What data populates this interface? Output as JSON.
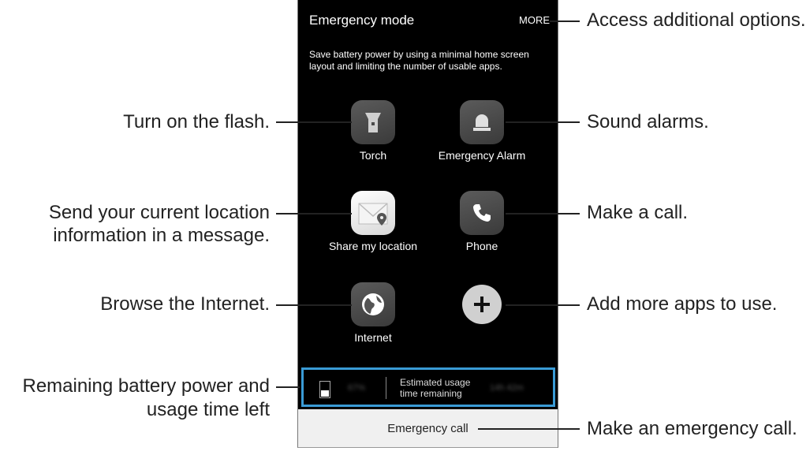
{
  "screen": {
    "title": "Emergency mode",
    "more_label": "MORE",
    "description": "Save battery power by using a minimal home screen layout and limiting the number of usable apps.",
    "apps": [
      {
        "label": "Torch"
      },
      {
        "label": "Emergency Alarm"
      },
      {
        "label": "Share my location"
      },
      {
        "label": "Phone"
      },
      {
        "label": "Internet"
      },
      {
        "label": ""
      }
    ],
    "battery": {
      "estimated_label": "Estimated usage time remaining"
    },
    "emergency_call_label": "Emergency call"
  },
  "callouts": {
    "more": "Access additional options.",
    "torch": "Turn on the flash.",
    "alarm": "Sound alarms.",
    "location_line1": "Send your current location",
    "location_line2": "information in a message.",
    "phone": "Make a call.",
    "internet": "Browse the Internet.",
    "add": "Add more apps to use.",
    "battery_line1": "Remaining battery power and",
    "battery_line2": "usage time left",
    "ecall": "Make an emergency call."
  },
  "colors": {
    "screen_bg": "#000000",
    "highlight": "#3a9bd6",
    "icon_bg": "#4a4a4a"
  }
}
